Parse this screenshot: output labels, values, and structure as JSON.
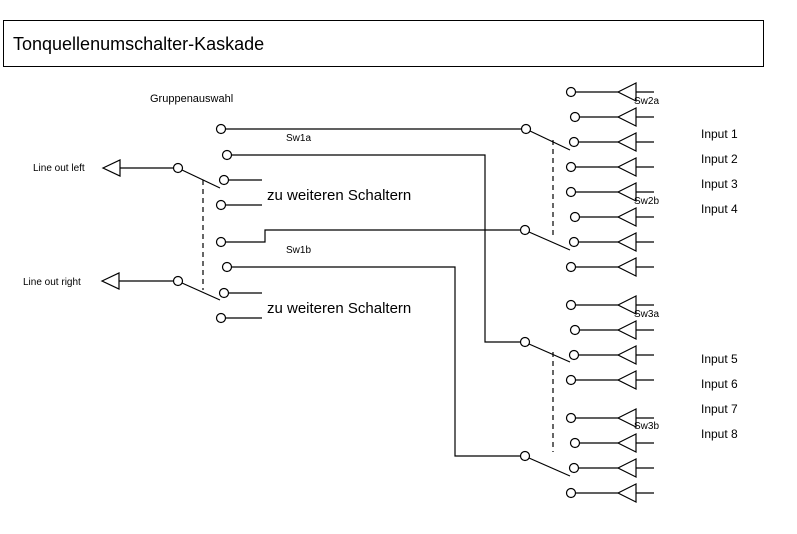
{
  "title": "Tonquellenumschalter-Kaskade",
  "labels": {
    "group_select": "Gruppenauswahl",
    "line_out_left": "Line out left",
    "line_out_right": "Line out right",
    "further_switches_1": "zu weiteren Schaltern",
    "further_switches_2": "zu weiteren Schaltern",
    "sw1a": "Sw1a",
    "sw1b": "Sw1b",
    "sw2a": "Sw2a",
    "sw2b": "Sw2b",
    "sw3a": "Sw3a",
    "sw3b": "Sw3b"
  },
  "inputs": [
    "Input 1",
    "Input 2",
    "Input 3",
    "Input 4",
    "Input 5",
    "Input 6",
    "Input 7",
    "Input 8"
  ]
}
